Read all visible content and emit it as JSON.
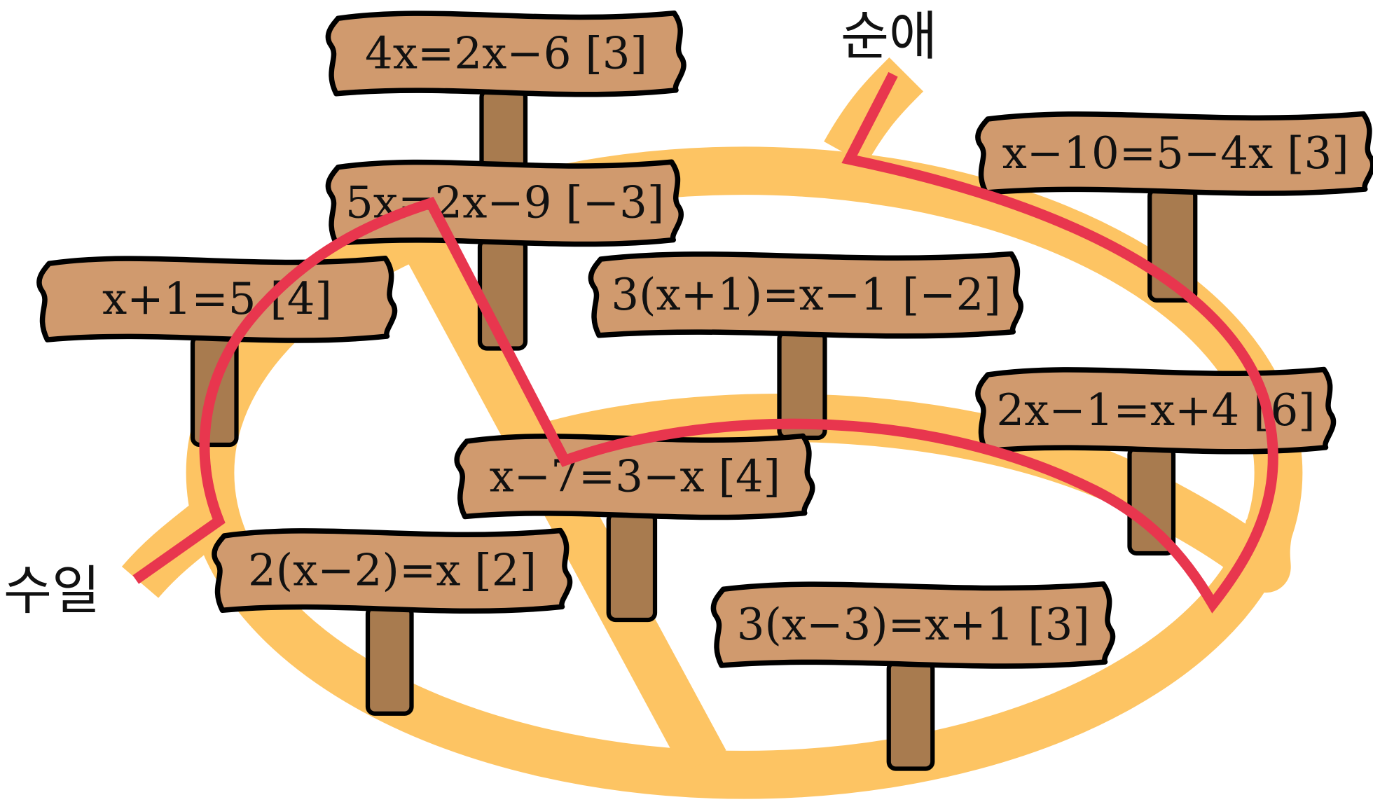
{
  "labels": {
    "top_right_name": "순애",
    "left_name": "수일"
  },
  "signs": [
    {
      "equation": "4x=2x−6 [3]"
    },
    {
      "equation": "5x=2x−9 [−3]"
    },
    {
      "equation": "x+1=5 [4]"
    },
    {
      "equation": "3(x+1)=x−1 [−2]"
    },
    {
      "equation": "x−10=5−4x [3]"
    },
    {
      "equation": "2x−1=x+4 [6]"
    },
    {
      "equation": "x−7=3−x [4]"
    },
    {
      "equation": "2(x−2)=x [2]"
    },
    {
      "equation": "3(x−3)=x+1 [3]"
    }
  ],
  "colors": {
    "road": "#FDC463",
    "route": "#E8364E",
    "board": "#D09A6E",
    "post": "#A87B4F",
    "outline": "#000000"
  }
}
